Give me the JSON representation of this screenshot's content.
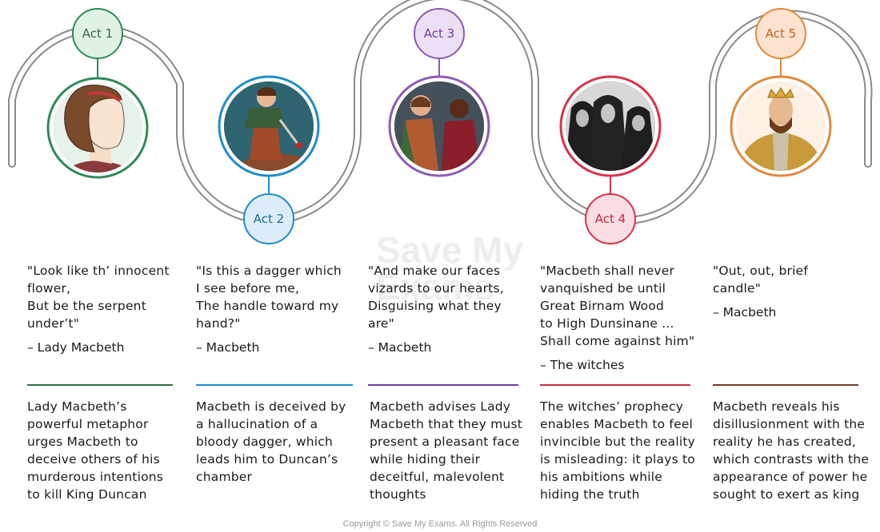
{
  "acts": [
    {
      "label": "Act 1",
      "color": "#2e8b57",
      "fill": "#dff2e4",
      "quote": "\"Look like th’ innocent\nflower,\nBut be the serpent\nunder’t\"",
      "speaker": "– Lady Macbeth",
      "description": "Lady Macbeth’s powerful metaphor urges Macbeth to deceive others of his murderous intentions to kill King Duncan",
      "rule_color": "#2e6b3f"
    },
    {
      "label": "Act 2",
      "color": "#1f8dc8",
      "fill": "#dcedf9",
      "quote": "\"Is this a dagger which\nI see before me,\nThe handle toward my\nhand?\"",
      "speaker": "– Macbeth",
      "description": "Macbeth is deceived by a hallucination of a bloody dagger, which leads him to Duncan’s chamber",
      "rule_color": "#1f8dc8"
    },
    {
      "label": "Act 3",
      "color": "#8b5bb5",
      "fill": "#ebe0f3",
      "quote": "\"And make our faces\nvizards to our hearts,\nDisguising what they\nare\"",
      "speaker": "– Macbeth",
      "description": "Macbeth advises Lady Macbeth that they must present a pleasant face while hiding their deceitful, malevolent thoughts",
      "rule_color": "#6f3f9e"
    },
    {
      "label": "Act 4",
      "color": "#d6344a",
      "fill": "#fadde2",
      "quote": "\"Macbeth shall never\nvanquished be until\nGreat Birnam Wood\nto High Dunsinane ...\nShall come against him\"",
      "speaker": "– The witches",
      "description": "The witches’ prophecy enables Macbeth to feel invincible but the reality is misleading: it plays to his ambitions while hiding the truth",
      "rule_color": "#c42b3f"
    },
    {
      "label": "Act 5",
      "color": "#e08a3c",
      "fill": "#fde3cf",
      "quote": "\"Out, out, brief\ncandle\"",
      "speaker": "– Macbeth",
      "description": "Macbeth reveals his disillusionment with the reality he has created, which contrasts with the appearance of power he sought to exert as king",
      "rule_color": "#6b3a26"
    }
  ],
  "track_color": "#6b6b6b",
  "copyright": "Copyright © Save My Exams. All Rights Reserved"
}
